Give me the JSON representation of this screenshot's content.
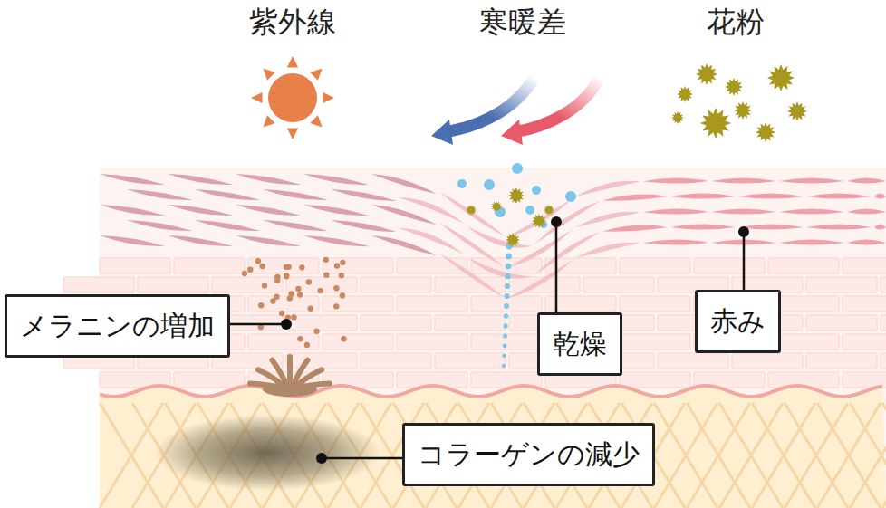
{
  "diagram": {
    "nodes": [
      {
        "text": [
          "メラニンの増加"
        ]
      },
      {
        "text": [
          "乾燥"
        ]
      },
      {
        "text": [
          "赤み"
        ]
      },
      {
        "text": [
          "コラーゲンの減少"
        ]
      }
    ],
    "labels": [
      "紫外線",
      "寒暖差",
      "花粉"
    ]
  }
}
